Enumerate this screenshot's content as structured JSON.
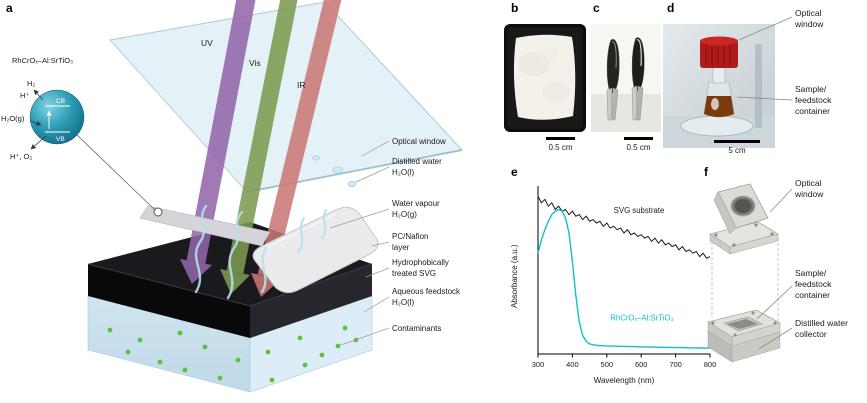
{
  "figure": {
    "panels": {
      "a": "a",
      "b": "b",
      "c": "c",
      "d": "d",
      "e": "e",
      "f": "f"
    }
  },
  "panel_a": {
    "beam_labels": {
      "uv": "UV",
      "vis": "Vis",
      "ir": "IR"
    },
    "catalyst": {
      "title": "RhCrOₓ–Al:SrTiO₃",
      "cb": "CB",
      "vb": "VB",
      "h2": "H₂",
      "h_plus": "H⁺",
      "h2o_gas": "H₂O(g)",
      "oxidation_products": "H⁺, O₂"
    },
    "layer_labels": {
      "optical_window": [
        "Optical window"
      ],
      "distilled_water": [
        "Distilled water",
        "H₂O(l)"
      ],
      "water_vapour": [
        "Water vapour",
        "H₂O(g)"
      ],
      "pc_nafion": [
        "PC/Nafion",
        "layer"
      ],
      "treated_svg": [
        "Hydrophobically",
        "treated SVG"
      ],
      "aqueous_feedstock": [
        "Aqueous feedstock",
        "H₂O(l)"
      ],
      "contaminants": [
        "Contaminants"
      ]
    }
  },
  "panel_b": {
    "scale_bar": "0.5 cm"
  },
  "panel_c": {
    "scale_bar": "0.5 cm"
  },
  "panel_d": {
    "scale_bar": "5 cm",
    "labels": {
      "optical_window": [
        "Optical",
        "window"
      ],
      "container": [
        "Sample/",
        "feedstock",
        "container"
      ]
    }
  },
  "panel_f": {
    "labels": {
      "optical_window": [
        "Optical",
        "window"
      ],
      "container": [
        "Sample/",
        "feedstock",
        "container"
      ],
      "collector": [
        "Distilled water",
        "collector"
      ]
    }
  },
  "chart_data": {
    "type": "line",
    "title": "",
    "xlabel": "Wavelength (nm)",
    "ylabel": "Absorbance (a.u.)",
    "xlim": [
      300,
      800
    ],
    "ylim": [
      0,
      1
    ],
    "xticks": [
      300,
      400,
      500,
      600,
      700,
      800
    ],
    "grid": false,
    "legend_position": "inline-annotations",
    "series": [
      {
        "name": "SVG substrate",
        "color": "#1a1a1a",
        "label_pos": {
          "x": 520,
          "y": 0.84
        },
        "x": [
          300,
          310,
          320,
          330,
          340,
          350,
          360,
          370,
          380,
          390,
          400,
          410,
          420,
          430,
          440,
          450,
          460,
          470,
          480,
          490,
          500,
          510,
          520,
          530,
          540,
          550,
          560,
          570,
          580,
          590,
          600,
          610,
          620,
          630,
          640,
          650,
          660,
          670,
          680,
          690,
          700,
          710,
          720,
          730,
          740,
          750,
          760,
          770,
          780,
          790,
          800
        ],
        "y": [
          0.94,
          0.9,
          0.92,
          0.88,
          0.9,
          0.86,
          0.88,
          0.85,
          0.86,
          0.83,
          0.85,
          0.82,
          0.83,
          0.8,
          0.82,
          0.79,
          0.8,
          0.78,
          0.79,
          0.76,
          0.78,
          0.75,
          0.76,
          0.74,
          0.75,
          0.72,
          0.74,
          0.71,
          0.72,
          0.7,
          0.71,
          0.69,
          0.7,
          0.67,
          0.69,
          0.66,
          0.68,
          0.65,
          0.66,
          0.64,
          0.65,
          0.62,
          0.64,
          0.61,
          0.62,
          0.6,
          0.61,
          0.58,
          0.6,
          0.57,
          0.58
        ]
      },
      {
        "name": "RhCrOₓ–Al:SrTiO₃",
        "color": "#0fc1cd",
        "label_pos": {
          "x": 510,
          "y": 0.2
        },
        "x": [
          300,
          310,
          320,
          330,
          340,
          350,
          360,
          370,
          380,
          390,
          400,
          410,
          420,
          430,
          440,
          450,
          460,
          470,
          480,
          490,
          500,
          510,
          520,
          530,
          540,
          550,
          560,
          570,
          580,
          590,
          600,
          610,
          620,
          630,
          640,
          650,
          660,
          670,
          680,
          690,
          700,
          710,
          720,
          730,
          740,
          750,
          760,
          770,
          780,
          790,
          800
        ],
        "y": [
          0.6,
          0.68,
          0.74,
          0.79,
          0.83,
          0.85,
          0.86,
          0.85,
          0.81,
          0.72,
          0.55,
          0.35,
          0.19,
          0.11,
          0.075,
          0.06,
          0.055,
          0.052,
          0.05,
          0.049,
          0.048,
          0.047,
          0.047,
          0.046,
          0.046,
          0.045,
          0.045,
          0.044,
          0.044,
          0.043,
          0.043,
          0.042,
          0.042,
          0.041,
          0.041,
          0.04,
          0.04,
          0.04,
          0.039,
          0.039,
          0.038,
          0.038,
          0.038,
          0.037,
          0.037,
          0.037,
          0.036,
          0.036,
          0.036,
          0.035,
          0.035
        ]
      }
    ]
  }
}
